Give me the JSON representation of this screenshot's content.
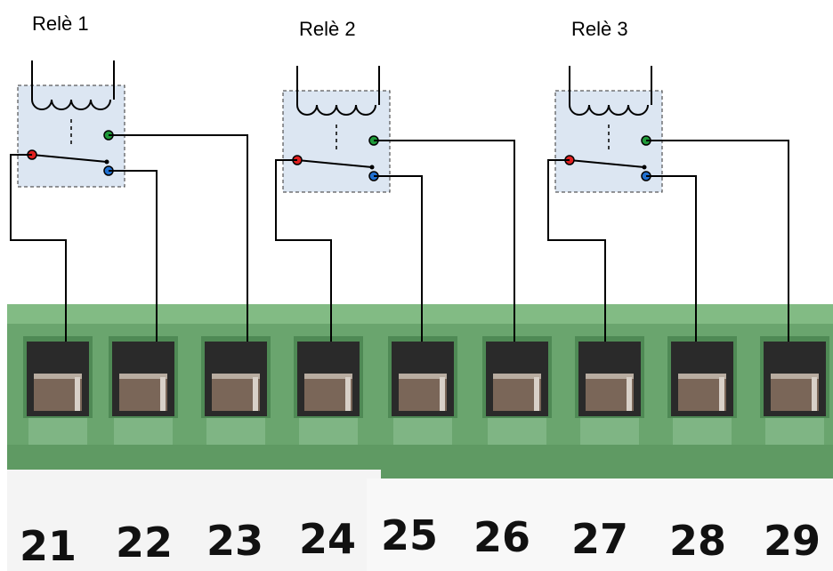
{
  "relays": [
    {
      "title": "Relè 1"
    },
    {
      "title": "Relè 2"
    },
    {
      "title": "Relè 3"
    }
  ],
  "terminals": [
    "21",
    "22",
    "23",
    "24",
    "25",
    "26",
    "27",
    "28",
    "29"
  ],
  "colors": {
    "common_contact": "#e02020",
    "no_contact": "#1f9a3a",
    "nc_contact": "#1f6fd0",
    "relay_box": "#dce6f2",
    "terminal_block": "#6aa56e",
    "label_strip": "#f6f6f6"
  }
}
